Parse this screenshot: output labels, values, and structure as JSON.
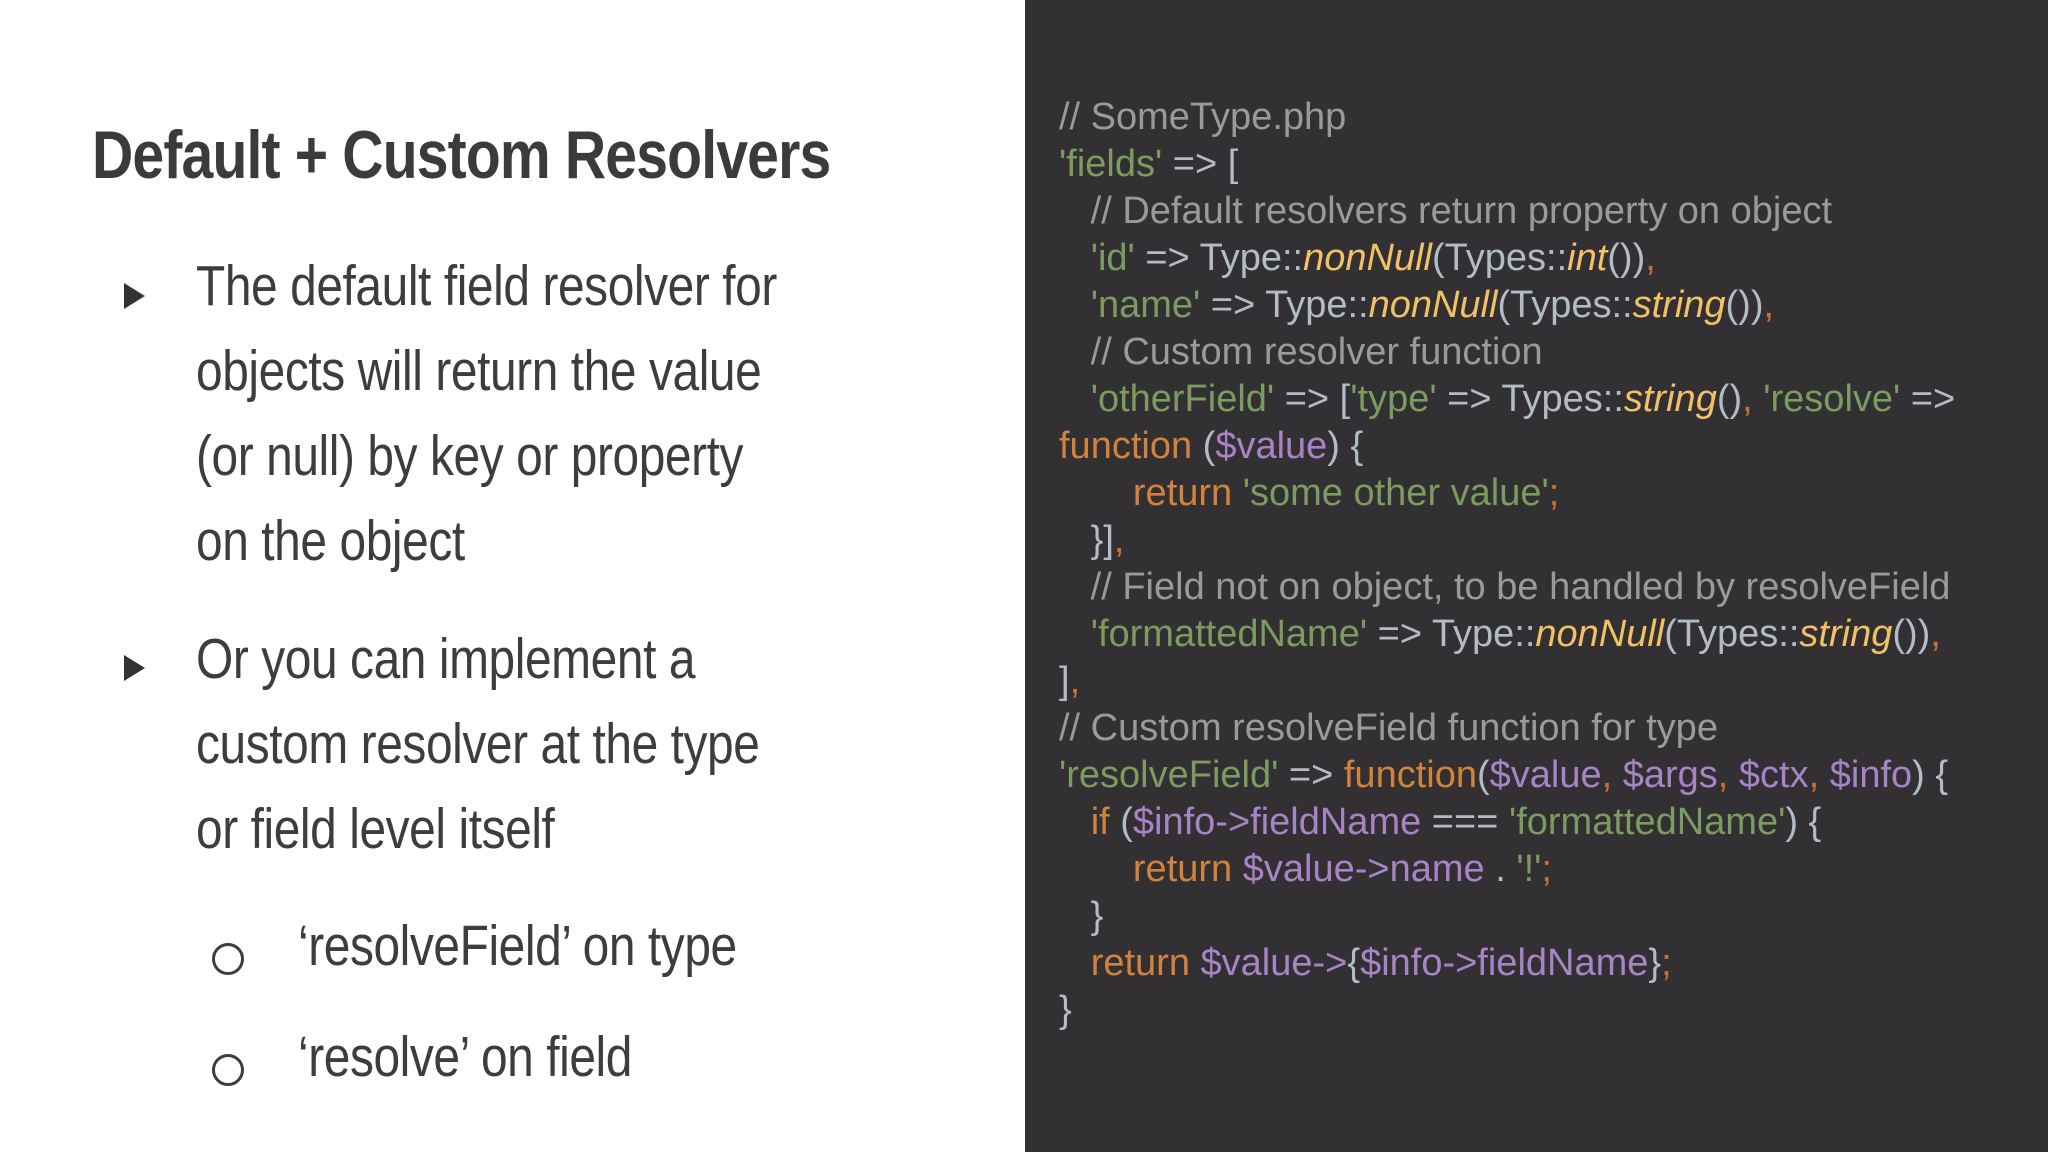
{
  "colors": {
    "bg-left": "#ffffff",
    "bg-right": "#323033",
    "text-dark": "#3b3d40",
    "title-dark": "#393b3d",
    "cm": "#9a9a9a",
    "pl": "#b2bcc7",
    "st": "#7c9b5e",
    "kw": "#d1823b",
    "fn": "#f2c164",
    "vr": "#a883c6",
    "pu": "#cc7034"
  },
  "left": {
    "title": "Default + Custom Resolvers",
    "bullets": [
      {
        "lines": [
          "The default field resolver for",
          "objects will return the value",
          "(or null) by key or property",
          "on the object"
        ]
      },
      {
        "lines": [
          "Or you can implement a",
          "custom resolver at the type",
          "or field level itself"
        ]
      }
    ],
    "sub_bullets": [
      {
        "text": "‘resolveField’ on type"
      },
      {
        "text": "‘resolve’ on field"
      }
    ]
  },
  "code": {
    "filename_comment": "// SomeType.php",
    "lines": [
      [
        {
          "c": "cm",
          "t": "// SomeType.php"
        }
      ],
      [
        {
          "c": "st",
          "t": "'fields'"
        },
        {
          "c": "pl",
          "t": " => ["
        }
      ],
      [
        {
          "c": "cm",
          "t": "   // Default resolvers return property on object"
        }
      ],
      [
        {
          "c": "pl",
          "t": "   "
        },
        {
          "c": "st",
          "t": "'id'"
        },
        {
          "c": "pl",
          "t": " => Type::"
        },
        {
          "c": "fn",
          "t": "nonNull"
        },
        {
          "c": "pl",
          "t": "(Types::"
        },
        {
          "c": "fn",
          "t": "int"
        },
        {
          "c": "pl",
          "t": "())"
        },
        {
          "c": "pu",
          "t": ","
        }
      ],
      [
        {
          "c": "pl",
          "t": "   "
        },
        {
          "c": "st",
          "t": "'name'"
        },
        {
          "c": "pl",
          "t": " => Type::"
        },
        {
          "c": "fn",
          "t": "nonNull"
        },
        {
          "c": "pl",
          "t": "(Types::"
        },
        {
          "c": "fn",
          "t": "string"
        },
        {
          "c": "pl",
          "t": "())"
        },
        {
          "c": "pu",
          "t": ","
        }
      ],
      [
        {
          "c": "cm",
          "t": "   // Custom resolver function"
        }
      ],
      [
        {
          "c": "pl",
          "t": "   "
        },
        {
          "c": "st",
          "t": "'otherField'"
        },
        {
          "c": "pl",
          "t": " => ["
        },
        {
          "c": "st",
          "t": "'type'"
        },
        {
          "c": "pl",
          "t": " => Types::"
        },
        {
          "c": "fn",
          "t": "string"
        },
        {
          "c": "pl",
          "t": "()"
        },
        {
          "c": "pu",
          "t": ","
        },
        {
          "c": "pl",
          "t": " "
        },
        {
          "c": "st",
          "t": "'resolve'"
        },
        {
          "c": "pl",
          "t": " =>"
        }
      ],
      [
        {
          "c": "kw",
          "t": "function"
        },
        {
          "c": "pl",
          "t": " ("
        },
        {
          "c": "vr",
          "t": "$value"
        },
        {
          "c": "pl",
          "t": ") {"
        }
      ],
      [
        {
          "c": "pl",
          "t": "       "
        },
        {
          "c": "kw",
          "t": "return"
        },
        {
          "c": "pl",
          "t": " "
        },
        {
          "c": "st",
          "t": "'some other value'"
        },
        {
          "c": "pu",
          "t": ";"
        }
      ],
      [
        {
          "c": "pl",
          "t": "   }]"
        },
        {
          "c": "pu",
          "t": ","
        }
      ],
      [
        {
          "c": "cm",
          "t": "   // Field not on object, to be handled by resolveField"
        }
      ],
      [
        {
          "c": "pl",
          "t": "   "
        },
        {
          "c": "st",
          "t": "'formattedName'"
        },
        {
          "c": "pl",
          "t": " => Type::"
        },
        {
          "c": "fn",
          "t": "nonNull"
        },
        {
          "c": "pl",
          "t": "(Types::"
        },
        {
          "c": "fn",
          "t": "string"
        },
        {
          "c": "pl",
          "t": "())"
        },
        {
          "c": "pu",
          "t": ","
        }
      ],
      [
        {
          "c": "pl",
          "t": "]"
        },
        {
          "c": "pu",
          "t": ","
        }
      ],
      [
        {
          "c": "cm",
          "t": "// Custom resolveField function for type"
        }
      ],
      [
        {
          "c": "st",
          "t": "'resolveField'"
        },
        {
          "c": "pl",
          "t": " => "
        },
        {
          "c": "kw",
          "t": "function"
        },
        {
          "c": "pl",
          "t": "("
        },
        {
          "c": "vr",
          "t": "$value"
        },
        {
          "c": "pu",
          "t": ","
        },
        {
          "c": "pl",
          "t": " "
        },
        {
          "c": "vr",
          "t": "$args"
        },
        {
          "c": "pu",
          "t": ","
        },
        {
          "c": "pl",
          "t": " "
        },
        {
          "c": "vr",
          "t": "$ctx"
        },
        {
          "c": "pu",
          "t": ","
        },
        {
          "c": "pl",
          "t": " "
        },
        {
          "c": "vr",
          "t": "$info"
        },
        {
          "c": "pl",
          "t": ") {"
        }
      ],
      [
        {
          "c": "pl",
          "t": "   "
        },
        {
          "c": "kw",
          "t": "if"
        },
        {
          "c": "pl",
          "t": " ("
        },
        {
          "c": "vr",
          "t": "$info->fieldName"
        },
        {
          "c": "pl",
          "t": " === "
        },
        {
          "c": "st",
          "t": "'formattedName'"
        },
        {
          "c": "pl",
          "t": ") {"
        }
      ],
      [
        {
          "c": "pl",
          "t": "       "
        },
        {
          "c": "kw",
          "t": "return"
        },
        {
          "c": "pl",
          "t": " "
        },
        {
          "c": "vr",
          "t": "$value->name"
        },
        {
          "c": "pl",
          "t": " . "
        },
        {
          "c": "st",
          "t": "'!'"
        },
        {
          "c": "pu",
          "t": ";"
        }
      ],
      [
        {
          "c": "pl",
          "t": "   }"
        }
      ],
      [
        {
          "c": "pl",
          "t": "   "
        },
        {
          "c": "kw",
          "t": "return"
        },
        {
          "c": "pl",
          "t": " "
        },
        {
          "c": "vr",
          "t": "$value->"
        },
        {
          "c": "pl",
          "t": "{"
        },
        {
          "c": "vr",
          "t": "$info->fieldName"
        },
        {
          "c": "pl",
          "t": "}"
        },
        {
          "c": "pu",
          "t": ";"
        }
      ],
      [
        {
          "c": "pl",
          "t": "}"
        }
      ]
    ]
  }
}
